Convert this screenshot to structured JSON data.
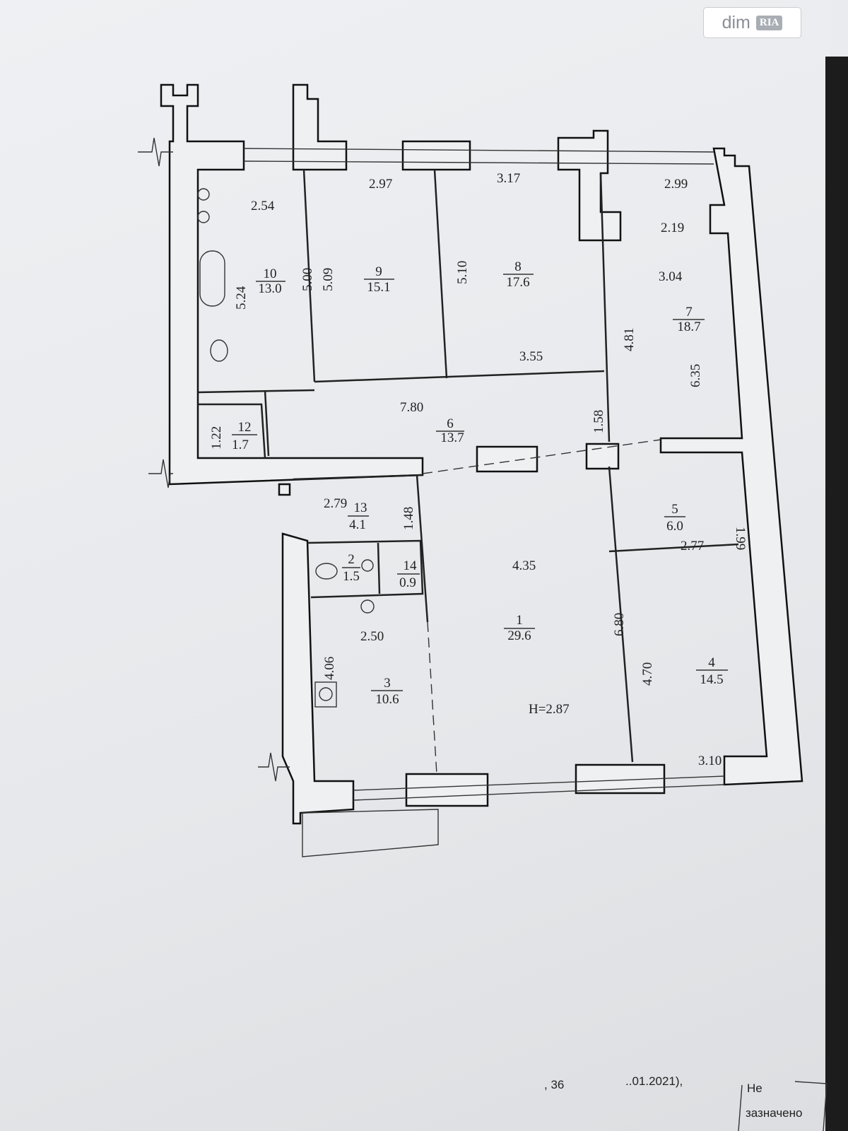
{
  "watermark": {
    "brand_text": "dim",
    "badge_text": "RIA"
  },
  "rooms": [
    {
      "number": "1",
      "area": "29.6"
    },
    {
      "number": "2",
      "area": "1.5"
    },
    {
      "number": "3",
      "area": "10.6"
    },
    {
      "number": "4",
      "area": "14.5"
    },
    {
      "number": "5",
      "area": "6.0"
    },
    {
      "number": "6",
      "area": "13.7"
    },
    {
      "number": "7",
      "area": "18.7"
    },
    {
      "number": "8",
      "area": "17.6"
    },
    {
      "number": "9",
      "area": "15.1"
    },
    {
      "number": "10",
      "area": "13.0"
    },
    {
      "number": "12",
      "area": "1.7"
    },
    {
      "number": "13",
      "area": "4.1"
    },
    {
      "number": "14",
      "area": "0.9"
    }
  ],
  "dimensions": [
    "2.54",
    "2.97",
    "3.17",
    "2.99",
    "2.19",
    "3.04",
    "5.24",
    "5.00",
    "5.09",
    "5.10",
    "3.55",
    "4.81",
    "6.35",
    "7.80",
    "1.58",
    "1.22",
    "2.79",
    "1.48",
    "4.35",
    "1.99",
    "2.77",
    "2.50",
    "4.06",
    "6.80",
    "4.70",
    "3.10"
  ],
  "ceiling_height": "H=2.87",
  "footer": {
    "left_fragment": ", 36",
    "date_fragment": "..01.2021),",
    "box_line1": "Не",
    "box_line2": "зазначено"
  }
}
